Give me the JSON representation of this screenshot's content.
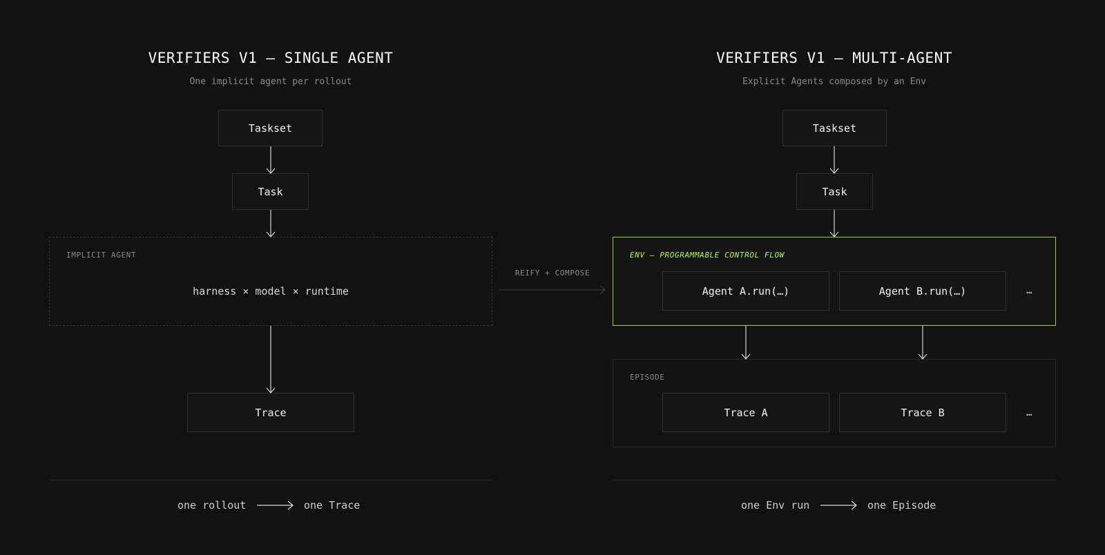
{
  "left": {
    "title": "VERIFIERS V1 — SINGLE AGENT",
    "subtitle": "One implicit agent per rollout",
    "taskset": "Taskset",
    "task": "Task",
    "region_label": "IMPLICIT AGENT",
    "formula": "harness × model × runtime",
    "trace": "Trace",
    "footer_left": "one rollout",
    "footer_right": "one Trace"
  },
  "bridge": {
    "label": "REIFY + COMPOSE"
  },
  "right": {
    "title": "VERIFIERS V1 — MULTI-AGENT",
    "subtitle": "Explicit Agents composed by an Env",
    "taskset": "Taskset",
    "task": "Task",
    "env_label": "ENV — PROGRAMMABLE CONTROL FLOW",
    "agent_a": "Agent A.run(…)",
    "agent_b": "Agent B.run(…)",
    "agent_more": "…",
    "episode_label": "EPISODE",
    "trace_a": "Trace A",
    "trace_b": "Trace B",
    "trace_more": "…",
    "footer_left": "one Env run",
    "footer_right": "one Episode"
  },
  "colors": {
    "background": "#121212",
    "accent": "#9ad34a",
    "box_border": "#2f2f2f",
    "arrow": "#d9d9d9"
  }
}
